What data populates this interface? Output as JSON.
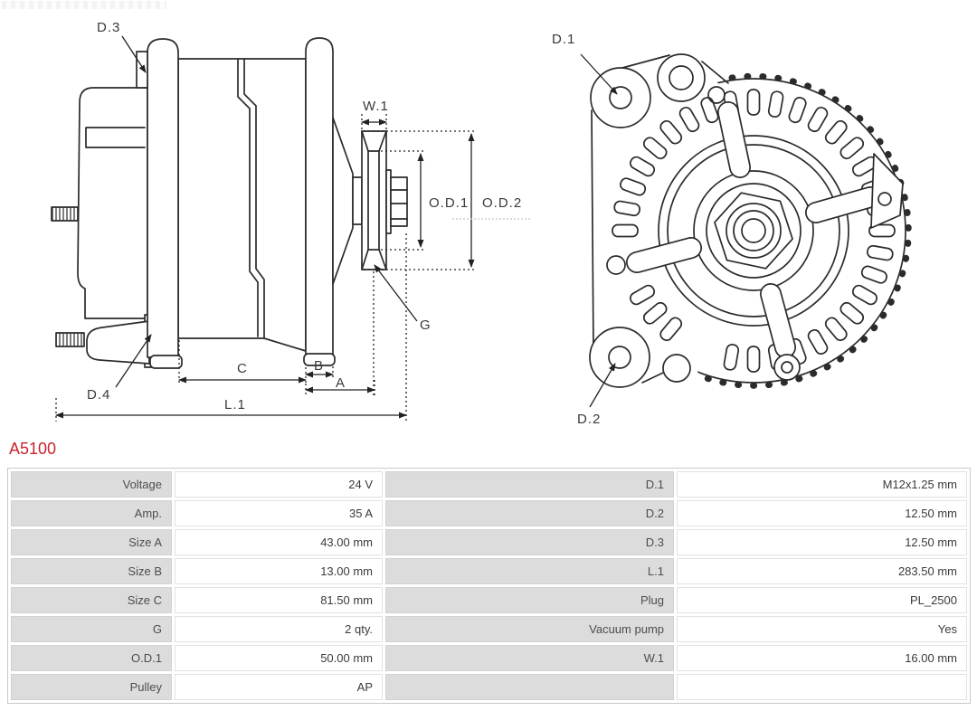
{
  "part_number": "A5100",
  "colors": {
    "part_number_red": "#c8232c",
    "line": "#2b2b2b",
    "table_label_bg": "#dcdcdc",
    "table_border": "#c9c9c9"
  },
  "side_view": {
    "labels": {
      "d3": "D.3",
      "d4": "D.4",
      "w1": "W.1",
      "od1": "O.D.1",
      "od2": "O.D.2",
      "g": "G",
      "c": "C",
      "b": "B",
      "a": "A",
      "l1": "L.1"
    }
  },
  "front_view": {
    "labels": {
      "d1": "D.1",
      "d2": "D.2"
    }
  },
  "spec_table": {
    "rows": [
      {
        "left_label": "Voltage",
        "left_value": "24 V",
        "right_label": "D.1",
        "right_value": "M12x1.25 mm"
      },
      {
        "left_label": "Amp.",
        "left_value": "35 A",
        "right_label": "D.2",
        "right_value": "12.50 mm"
      },
      {
        "left_label": "Size A",
        "left_value": "43.00 mm",
        "right_label": "D.3",
        "right_value": "12.50 mm"
      },
      {
        "left_label": "Size B",
        "left_value": "13.00 mm",
        "right_label": "L.1",
        "right_value": "283.50 mm"
      },
      {
        "left_label": "Size C",
        "left_value": "81.50 mm",
        "right_label": "Plug",
        "right_value": "PL_2500"
      },
      {
        "left_label": "G",
        "left_value": "2 qty.",
        "right_label": "Vacuum pump",
        "right_value": "Yes"
      },
      {
        "left_label": "O.D.1",
        "left_value": "50.00 mm",
        "right_label": "W.1",
        "right_value": "16.00 mm"
      },
      {
        "left_label": "Pulley",
        "left_value": "AP",
        "right_label": "",
        "right_value": ""
      }
    ]
  }
}
